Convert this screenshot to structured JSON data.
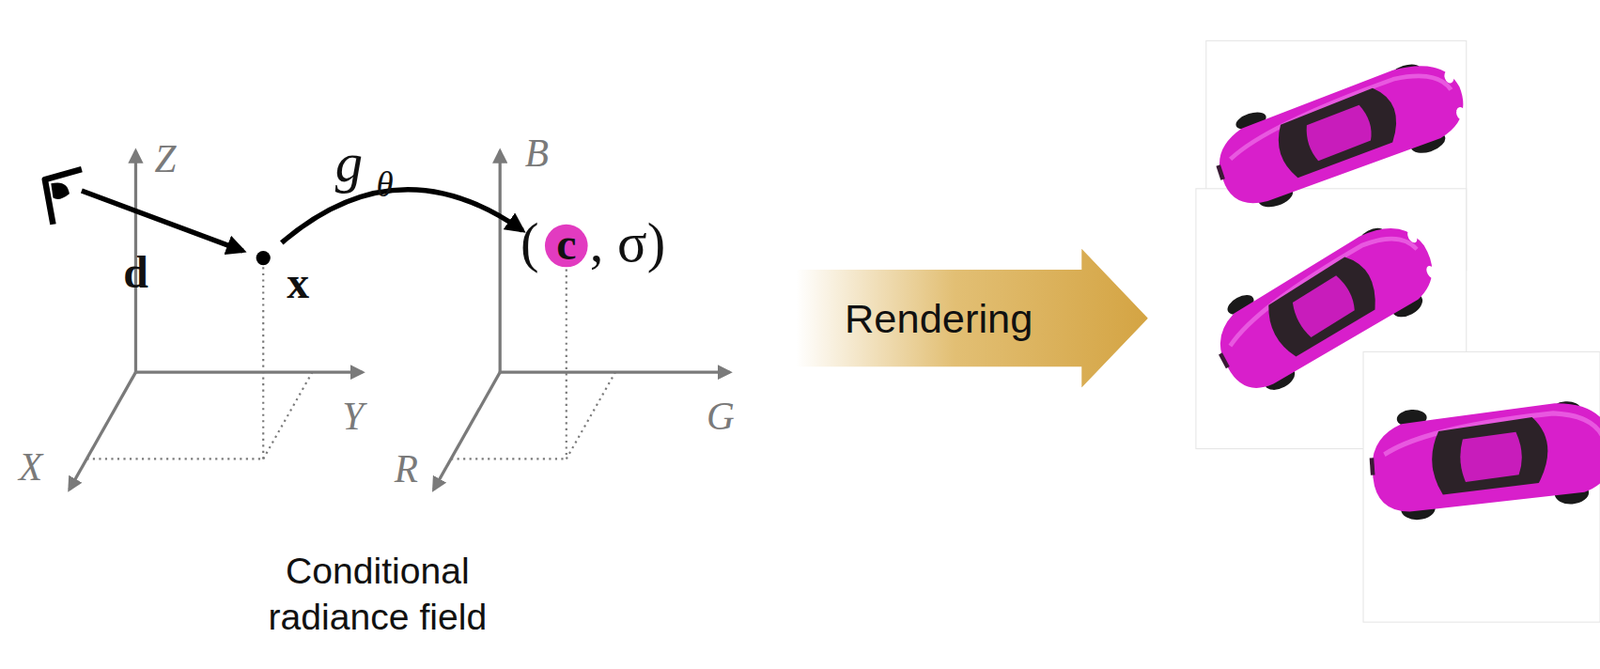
{
  "diagram": {
    "nodes": [
      {
        "text": [
          "Rendering"
        ]
      }
    ],
    "labels": [
      "Z",
      "Y",
      "X",
      "d",
      "x",
      "g",
      "θ",
      "B",
      "G",
      "R",
      "(",
      "c",
      ", σ)",
      "Conditional radiance field"
    ]
  }
}
